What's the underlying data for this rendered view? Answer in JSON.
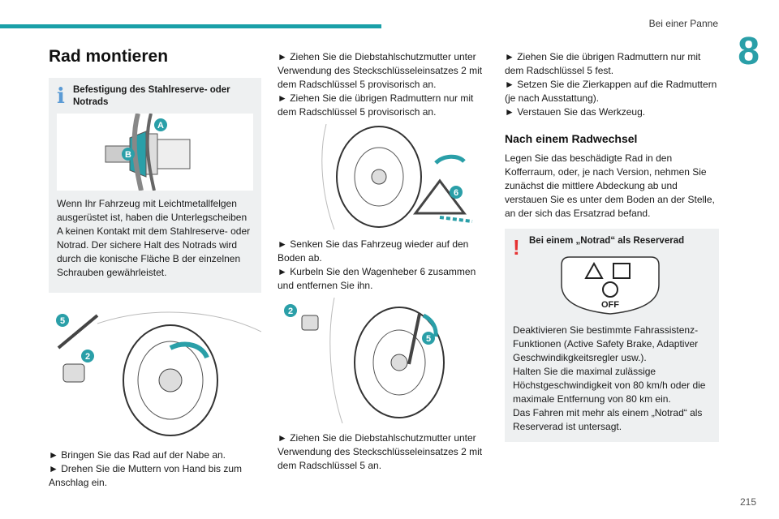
{
  "header": {
    "section": "Bei einer Panne",
    "chapter": "8"
  },
  "page_number": "215",
  "col1": {
    "title": "Rad montieren",
    "info_box": {
      "icon": "info-icon",
      "title": "Befestigung des Stahlreserve- oder Notrads",
      "fig_labels": [
        "A",
        "B"
      ],
      "text": "Wenn Ihr Fahrzeug mit Leichtmetallfelgen ausgerüstet ist, haben die Unterlegscheiben A keinen Kontakt mit dem Stahlreserve- oder Notrad. Der sichere Halt des Notrads wird durch die konische Fläche B der einzelnen Schrauben gewährleistet."
    },
    "fig_labels": [
      "5",
      "2"
    ],
    "steps": [
      "► Bringen Sie das Rad auf der Nabe an.",
      "► Drehen Sie die Muttern von Hand bis zum Anschlag ein."
    ]
  },
  "col2": {
    "steps_top": [
      "► Ziehen Sie die Diebstahlschutzmutter unter Verwendung des Steckschlüsseleinsatzes 2 mit dem Radschlüssel 5 provisorisch an.",
      "► Ziehen Sie die übrigen Radmuttern nur mit dem Radschlüssel 5 provisorisch an."
    ],
    "fig1_label": "6",
    "steps_mid": [
      "► Senken Sie das Fahrzeug wieder auf den Boden ab.",
      "► Kurbeln Sie den Wagenheber 6 zusammen und entfernen Sie ihn."
    ],
    "fig2_labels": [
      "2",
      "5"
    ],
    "steps_bottom": [
      "► Ziehen Sie die Diebstahlschutzmutter unter Verwendung des Steckschlüsseleinsatzes 2 mit dem Radschlüssel 5 an."
    ]
  },
  "col3": {
    "steps_top": [
      "► Ziehen Sie die übrigen Radmuttern nur mit dem Radschlüssel 5 fest.",
      "► Setzen Sie die Zierkappen auf die Radmuttern (je nach Ausstattung).",
      "► Verstauen Sie das Werkzeug."
    ],
    "subtitle": "Nach einem Radwechsel",
    "paragraph": "Legen Sie das beschädigte Rad in den Kofferraum, oder, je nach Version, nehmen Sie zunächst die mittlere Abdeckung ab und verstauen Sie es unter dem Boden an der Stelle, an der sich das Ersatzrad befand.",
    "warn_box": {
      "icon": "warning-icon",
      "title": "Bei einem „Notrad“ als Reserverad",
      "sticker_text": "OFF",
      "lines": [
        "Deaktivieren Sie bestimmte Fahrassistenz-Funktionen (Active Safety Brake, Adaptiver Geschwindikgkeitsregler usw.).",
        "Halten Sie die maximal zulässige Höchstgeschwindigkeit von 80 km/h oder die maximale Entfernung von 80 km ein.",
        "Das Fahren mit mehr als einem „Notrad“ als Reserverad ist untersagt."
      ]
    }
  },
  "colors": {
    "accent": "#1aa0a8",
    "info": "#5b9bd5",
    "warning": "#e63232",
    "box_bg": "#eef0f1"
  }
}
